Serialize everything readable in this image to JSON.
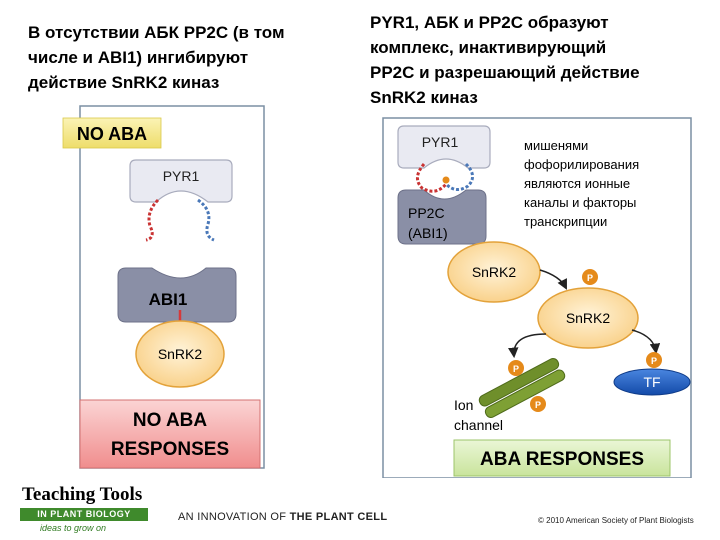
{
  "headings": {
    "left_lines": [
      "В отсутствии АБК PP2C (в том",
      "числе и ABI1) ингибируют",
      "действие SnRK2 киназ"
    ],
    "right_lines": [
      "PYR1, АБК и PP2C образуют",
      "комплекс, инактивирующий",
      "PP2C и разрешающий действие",
      "SnRK2 киназ"
    ]
  },
  "left_panel": {
    "tag": "NO ABA",
    "receptor": "PYR1",
    "phosphatase": "ABI1",
    "kinase": "SnRK2",
    "response_lines": [
      "NO ABA",
      "RESPONSES"
    ]
  },
  "right_panel": {
    "receptor": "PYR1",
    "phosphatase_lines": [
      "PP2C",
      "(ABI1)"
    ],
    "annotation_lines": [
      "мишенями",
      "фофорилирования",
      "являются ионные",
      "каналы и факторы",
      "транскрипции"
    ],
    "kinase_top": "SnRK2",
    "kinase_bottom": "SnRK2",
    "phospho_mark": "P",
    "tf": "TF",
    "ion_channel_lines": [
      "Ion",
      "channel"
    ],
    "responses": "ABA RESPONSES"
  },
  "footer": {
    "logo_title": "Teaching Tools",
    "logo_band": "IN PLANT BIOLOGY",
    "logo_tagline": "ideas to grow on",
    "innovation_prefix": "AN INNOVATION OF ",
    "innovation_bold": "THE PLANT CELL",
    "copyright": "© 2010 American Society of Plant Biologists"
  },
  "colors": {
    "kinase_fill": "#fbd89a",
    "kinase_stroke": "#e3a23a",
    "pp2c_fill": "#8a8fa6",
    "pyr1_fill": "#e9eaf2",
    "tag_fill": "#f3e78a",
    "no_response_fill": "#f4a3a3",
    "response_fill": "#d6ecb2",
    "tf_fill": "#1f5fc4",
    "ion_channel_fill": "#6f8f2b",
    "phospho_fill": "#e58a1a"
  }
}
